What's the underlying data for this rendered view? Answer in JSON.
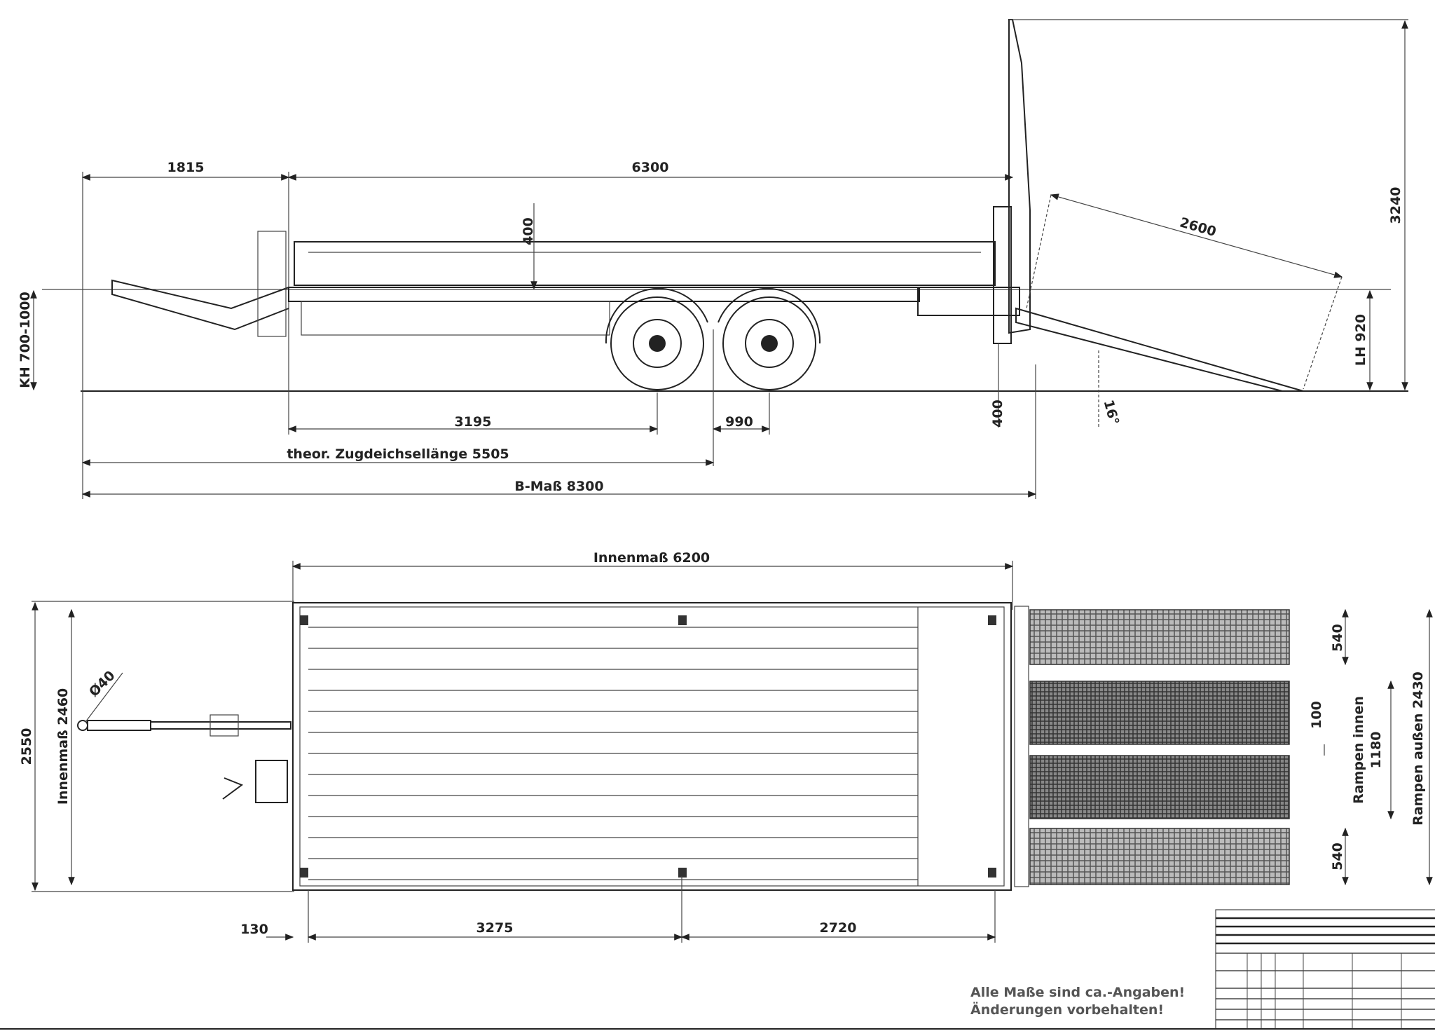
{
  "side_view": {
    "dim_drawbar": "1815",
    "dim_deck_length": "6300",
    "dim_side_height": "400",
    "dim_coupling_height": "KH 700-1000",
    "dim_axle_front": "3195",
    "dim_axle_spacing": "990",
    "dim_theoretical_drawbar": "theor. Zugdeichsellänge 5505",
    "dim_overall_length": "B-Maß 8300",
    "dim_ramp_length": "2600",
    "dim_total_height": "3240",
    "dim_loading_height": "LH 920",
    "dim_ground_clearance": "400",
    "dim_ramp_angle": "16°"
  },
  "top_view": {
    "dim_inner_length": "Innenmaß 6200",
    "dim_outer_width": "2550",
    "dim_inner_width": "Innenmaß 2460",
    "dim_eye_diameter": "Ø40",
    "dim_front_offset": "130",
    "dim_front_to_axle": "3275",
    "dim_axle_to_rear": "2720",
    "dim_ramp_width_top": "540",
    "dim_ramp_gap": "100",
    "dim_ramp_inner": "Rampen innen",
    "dim_ramp_inner_value": "1180",
    "dim_ramp_outer": "Rampen außen 2430",
    "dim_ramp_width_bottom": "540"
  },
  "notes": {
    "line1": "Alle Maße sind ca.-Angaben!",
    "line2": "Änderungen vorbehalten!"
  }
}
